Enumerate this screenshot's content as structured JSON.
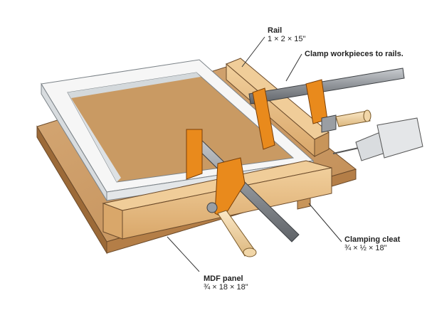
{
  "labels": {
    "rail": {
      "title": "Rail",
      "dims": "1 × 2 × 15\""
    },
    "clamp_note": {
      "title": "Clamp workpieces to rails."
    },
    "cleat": {
      "title": "Clamping cleat",
      "dims": "¾ × ½ × 18\""
    },
    "panel": {
      "title": "MDF panel",
      "dims": "¾ × 18 × 18\""
    }
  },
  "colors": {
    "mdf_top": "#c99a63",
    "mdf_edge": "#a06f3c",
    "rail_wood": "#e9c48f",
    "rail_wood_dark": "#c8955a",
    "frame_white": "#f4f4f4",
    "frame_shadow": "#cfd3d6",
    "clamp_orange": "#e98a1c",
    "bar_steel": "#8b8f93",
    "handle_wood": "#f1d6a8"
  }
}
